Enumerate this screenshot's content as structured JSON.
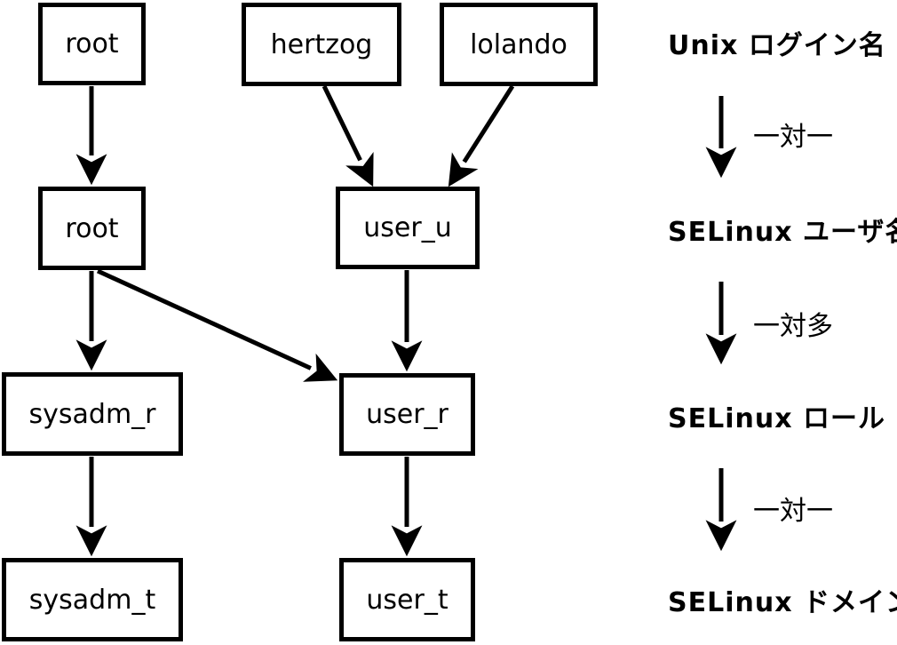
{
  "diagram": {
    "background_color": "#ffffff",
    "line_color": "#000000",
    "nodes": [
      {
        "id": "root-login",
        "label": "root",
        "column": "unix-login"
      },
      {
        "id": "hertzog",
        "label": "hertzog",
        "column": "unix-login"
      },
      {
        "id": "lolando",
        "label": "lolando",
        "column": "unix-login"
      },
      {
        "id": "root-selinux-user",
        "label": "root",
        "column": "selinux-user"
      },
      {
        "id": "user_u",
        "label": "user_u",
        "column": "selinux-user"
      },
      {
        "id": "sysadm_r",
        "label": "sysadm_r",
        "column": "selinux-role"
      },
      {
        "id": "user_r",
        "label": "user_r",
        "column": "selinux-role"
      },
      {
        "id": "sysadm_t",
        "label": "sysadm_t",
        "column": "selinux-domain"
      },
      {
        "id": "user_t",
        "label": "user_t",
        "column": "selinux-domain"
      }
    ],
    "edges": [
      {
        "from": "root-login",
        "to": "root-selinux-user"
      },
      {
        "from": "hertzog",
        "to": "user_u"
      },
      {
        "from": "lolando",
        "to": "user_u"
      },
      {
        "from": "root-selinux-user",
        "to": "sysadm_r"
      },
      {
        "from": "root-selinux-user",
        "to": "user_r"
      },
      {
        "from": "user_u",
        "to": "user_r"
      },
      {
        "from": "sysadm_r",
        "to": "sysadm_t"
      },
      {
        "from": "user_r",
        "to": "user_t"
      }
    ]
  },
  "legend": {
    "stages": [
      {
        "label": "Unix ログイン名"
      },
      {
        "label": "SELinux ユーザ名"
      },
      {
        "label": "SELinux ロール"
      },
      {
        "label": "SELinux ドメイン"
      }
    ],
    "relations": [
      {
        "label": "一対一"
      },
      {
        "label": "一対多"
      },
      {
        "label": "一対一"
      }
    ]
  }
}
